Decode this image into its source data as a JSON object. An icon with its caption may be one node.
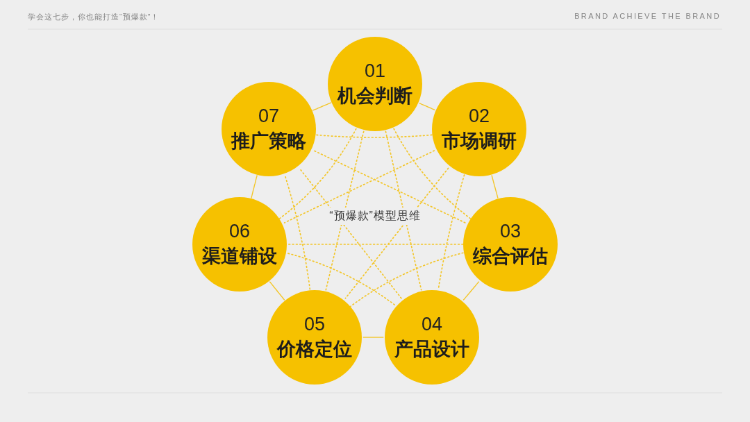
{
  "diagram": {
    "nodes": [
      {
        "text": [
          "01",
          "机会判断"
        ]
      },
      {
        "text": [
          "02",
          "市场调研"
        ]
      },
      {
        "text": [
          "03",
          "综合评估"
        ]
      },
      {
        "text": [
          "04",
          "产品设计"
        ]
      },
      {
        "text": [
          "05",
          "价格定位"
        ]
      },
      {
        "text": [
          "06",
          "渠道铺设"
        ]
      },
      {
        "text": [
          "07",
          "推广策略"
        ]
      }
    ],
    "edges": [
      {
        "from": 0,
        "to": 1,
        "arrow": "none"
      },
      {
        "from": 1,
        "to": 2,
        "arrow": "none"
      },
      {
        "from": 2,
        "to": 3,
        "arrow": "none"
      },
      {
        "from": 3,
        "to": 4,
        "arrow": "none"
      },
      {
        "from": 4,
        "to": 5,
        "arrow": "none"
      },
      {
        "from": 5,
        "to": 6,
        "arrow": "none"
      },
      {
        "from": 6,
        "to": 0,
        "arrow": "none"
      },
      {
        "from": 0,
        "to": 2,
        "arrow": "none",
        "style": "dashed"
      },
      {
        "from": 0,
        "to": 3,
        "arrow": "none",
        "style": "dashed"
      },
      {
        "from": 0,
        "to": 4,
        "arrow": "none",
        "style": "dashed"
      },
      {
        "from": 0,
        "to": 5,
        "arrow": "none",
        "style": "dashed"
      },
      {
        "from": 1,
        "to": 3,
        "arrow": "none",
        "style": "dashed"
      },
      {
        "from": 1,
        "to": 4,
        "arrow": "none",
        "style": "dashed"
      },
      {
        "from": 1,
        "to": 5,
        "arrow": "none",
        "style": "dashed"
      },
      {
        "from": 1,
        "to": 6,
        "arrow": "none",
        "style": "dashed"
      },
      {
        "from": 2,
        "to": 4,
        "arrow": "none",
        "style": "dashed"
      },
      {
        "from": 2,
        "to": 5,
        "arrow": "none",
        "style": "dashed"
      },
      {
        "from": 2,
        "to": 6,
        "arrow": "none",
        "style": "dashed"
      },
      {
        "from": 3,
        "to": 5,
        "arrow": "none",
        "style": "dashed"
      },
      {
        "from": 3,
        "to": 6,
        "arrow": "none",
        "style": "dashed"
      },
      {
        "from": 4,
        "to": 6,
        "arrow": "none",
        "style": "dashed"
      }
    ],
    "labels": [
      "学会这七步，你也能打造“预爆款”！",
      "BRAND ACHIEVE THE BRAND",
      "“预爆款”模型思维"
    ]
  }
}
